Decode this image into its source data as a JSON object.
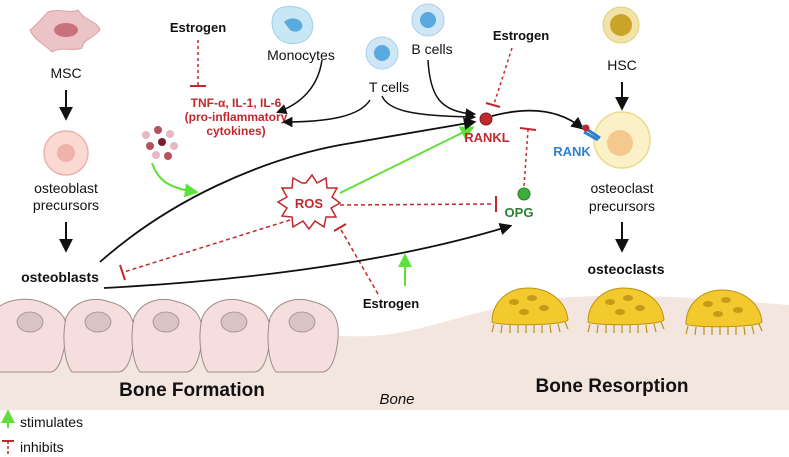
{
  "colors": {
    "stimulate": "#5de037",
    "inhibit": "#c0282d",
    "bone_cell": "#f5dede",
    "osteoclast": "#f3c92e",
    "bone": "#f3e6df"
  },
  "labels": {
    "msc": "MSC",
    "osteoblast_precursors_1": "osteoblast",
    "osteoblast_precursors_2": "precursors",
    "osteoblasts": "osteoblasts",
    "estrogen_top": "Estrogen",
    "estrogen_right": "Estrogen",
    "estrogen_bottom": "Estrogen",
    "monocytes": "Monocytes",
    "b_cells": "B cells",
    "t_cells": "T cells",
    "cytokines_1": "TNF-α, IL-1, IL-6",
    "cytokines_2": "(pro-inflammatory",
    "cytokines_3": "cytokines)",
    "rankl": "RANKL",
    "rank": "RANK",
    "opg": "OPG",
    "ros": "ROS",
    "hsc": "HSC",
    "osteoclast_precursors_1": "osteoclast",
    "osteoclast_precursors_2": "precursors",
    "osteoclasts": "osteoclasts",
    "bone_formation": "Bone Formation",
    "bone": "Bone",
    "bone_resorption": "Bone Resorption"
  },
  "legend": {
    "stimulates": "stimulates",
    "inhibits": "inhibits"
  }
}
